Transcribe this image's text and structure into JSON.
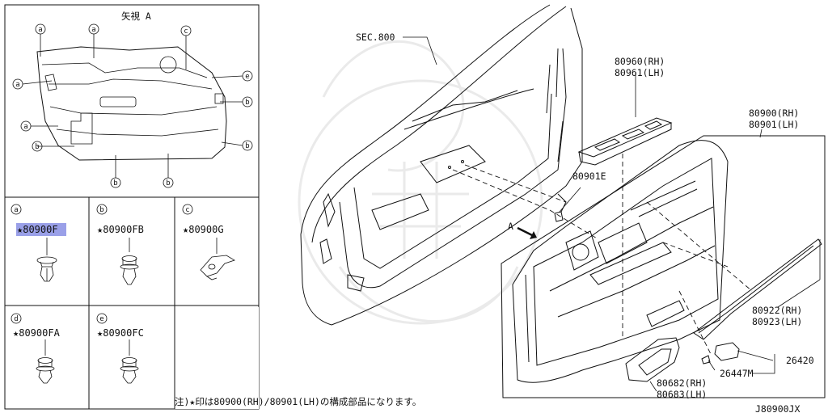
{
  "view": {
    "title": "矢視 A",
    "callouts": [
      "a",
      "a",
      "c",
      "a",
      "e",
      "b",
      "a",
      "b",
      "b",
      "b",
      "b"
    ]
  },
  "parts_table": [
    {
      "letter": "a",
      "part": "★80900F",
      "selected": true
    },
    {
      "letter": "b",
      "part": "★80900FB",
      "selected": false
    },
    {
      "letter": "c",
      "part": "★80900G",
      "selected": false
    },
    {
      "letter": "d",
      "part": "★80900FA",
      "selected": false
    },
    {
      "letter": "e",
      "part": "★80900FC",
      "selected": false
    }
  ],
  "labels": {
    "sec800": "SEC.800",
    "switch_rh": "80960(RH)",
    "switch_lh": "80961(LH)",
    "trim_rh": "80900(RH)",
    "trim_lh": "80901(LH)",
    "clip": "80901E",
    "arrow_a": "A",
    "garnish_rh": "80922(RH)",
    "garnish_lh": "80923(LH)",
    "lamp": "26420",
    "bulb": "26447M",
    "pull_rh": "80682(RH)",
    "pull_lh": "80683(LH)"
  },
  "footnote": "注)★印は80900(RH)/80901(LH)の構成部品になります。",
  "diagram_code": "J80900JX"
}
